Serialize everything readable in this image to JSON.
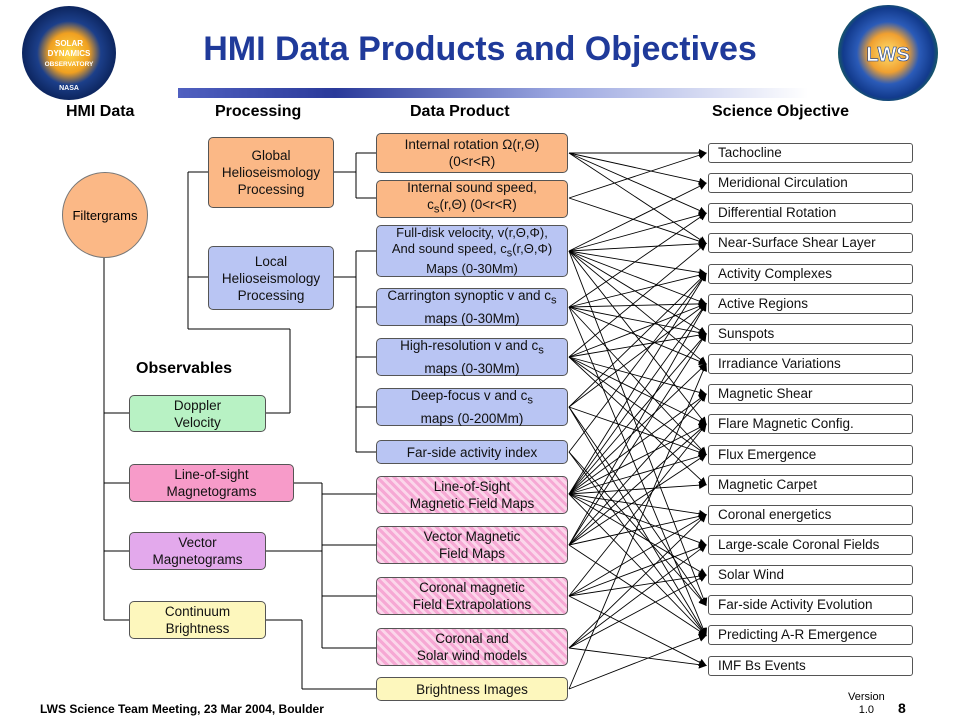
{
  "title": "HMI Data Products and Objectives",
  "columns": {
    "hmi_data": "HMI Data",
    "processing": "Processing",
    "data_product": "Data Product",
    "science_objective": "Science Objective"
  },
  "observables_label": "Observables",
  "filtergrams": "Filtergrams",
  "processing": {
    "global": [
      "Global",
      "Helioseismology",
      "Processing"
    ],
    "local": [
      "Local",
      "Helioseismology",
      "Processing"
    ]
  },
  "observables": {
    "doppler": [
      "Doppler",
      "Velocity"
    ],
    "los": [
      "Line-of-sight",
      "Magnetograms"
    ],
    "vector": [
      "Vector",
      "Magnetograms"
    ],
    "continuum": [
      "Continuum",
      "Brightness"
    ]
  },
  "products": {
    "p1": [
      "Internal rotation Ω(r,Θ)",
      "(0<r<R)"
    ],
    "p2": [
      "Internal sound speed,",
      "c",
      "s",
      "(r,Θ) (0<r<R)"
    ],
    "p3": [
      "Full-disk velocity, v(r,Θ,Φ),",
      "And sound speed, c",
      "s",
      "(r,Θ,Φ)",
      "Maps (0-30Mm)"
    ],
    "p4": [
      "Carrington synoptic v and c",
      "s",
      "maps (0-30Mm)"
    ],
    "p5": [
      "High-resolution v and c",
      "s",
      "maps (0-30Mm)"
    ],
    "p6": [
      "Deep-focus v and c",
      "s",
      "maps (0-200Mm)"
    ],
    "p7": [
      "Far-side activity index"
    ],
    "p8": [
      "Line-of-Sight",
      "Magnetic Field Maps"
    ],
    "p9": [
      "Vector Magnetic",
      "Field Maps"
    ],
    "p10": [
      "Coronal magnetic",
      "Field Extrapolations"
    ],
    "p11": [
      "Coronal and",
      "Solar wind models"
    ],
    "p12": [
      "Brightness Images"
    ]
  },
  "objectives": [
    "Tachocline",
    "Meridional Circulation",
    "Differential Rotation",
    "Near-Surface Shear Layer",
    "Activity Complexes",
    "Active Regions",
    "Sunspots",
    "Irradiance Variations",
    "Magnetic Shear",
    "Flare Magnetic Config.",
    "Flux Emergence",
    "Magnetic Carpet",
    "Coronal energetics",
    "Large-scale Coronal Fields",
    "Solar Wind",
    "Far-side Activity Evolution",
    "Predicting A-R Emergence",
    "IMF Bs Events"
  ],
  "footer": {
    "meeting": "LWS Science Team Meeting, 23 Mar 2004, Boulder",
    "version": "Version",
    "version_number": "1.0",
    "page": "8"
  },
  "logo_left_text": [
    "SOLAR",
    "DYNAMICS",
    "OBSERVATORY",
    "NASA"
  ],
  "logo_right_text": "LWS",
  "colors": {
    "title": "#1f3a9a",
    "orange": "#fbb886",
    "blue": "#b9c5f3",
    "green": "#b8f2c4",
    "pink": "#f79bc9",
    "violet": "#e3a9ec",
    "yellow": "#fdf7bd"
  }
}
